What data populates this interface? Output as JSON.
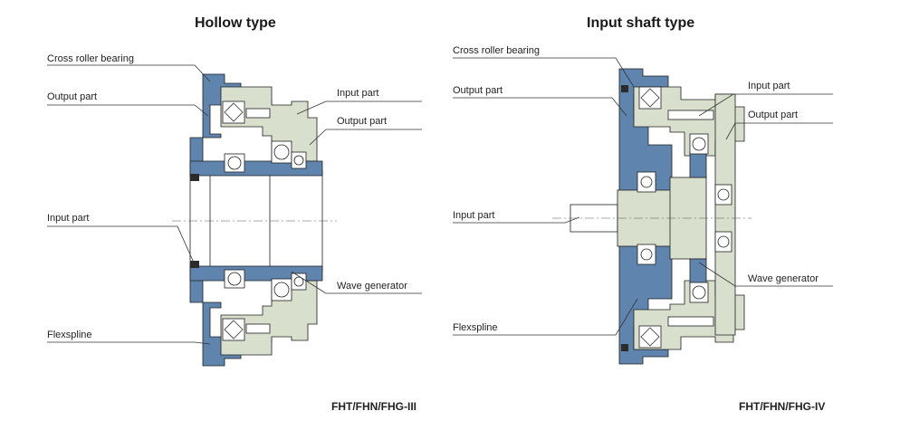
{
  "diagrams": [
    {
      "title": "Hollow type",
      "model": "FHT/FHN/FHG-III",
      "labels": {
        "cross_roller_bearing": "Cross roller bearing",
        "output_part_left": "Output part",
        "input_part_left": "Input part",
        "flexspline": "Flexspline",
        "input_part_right": "Input part",
        "output_part_right": "Output part",
        "wave_generator": "Wave generator"
      }
    },
    {
      "title": "Input shaft type",
      "model": "FHT/FHN/FHG-IV",
      "labels": {
        "cross_roller_bearing": "Cross roller bearing",
        "output_part_left": "Output part",
        "input_part_left": "Input part",
        "flexspline": "Flexspline",
        "input_part_right": "Input part",
        "output_part_right": "Output part",
        "wave_generator": "Wave generator"
      }
    }
  ],
  "colors": {
    "housing_blue": "#5f85ae",
    "part_green": "#d8dfcd",
    "bearing_white": "#ffffff",
    "outline": "#1f1f1f",
    "leader": "#333333"
  }
}
